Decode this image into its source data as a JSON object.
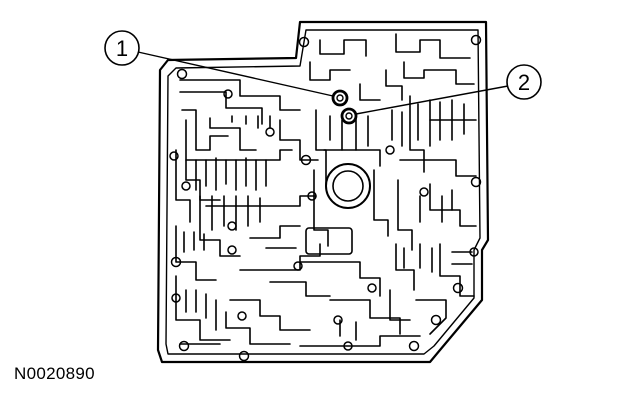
{
  "figure": {
    "id": "N0020890",
    "callouts": [
      {
        "label": "1",
        "target": "seal-1"
      },
      {
        "label": "2",
        "target": "seal-2"
      }
    ]
  },
  "colors": {
    "line": "#000000",
    "background": "#ffffff"
  }
}
